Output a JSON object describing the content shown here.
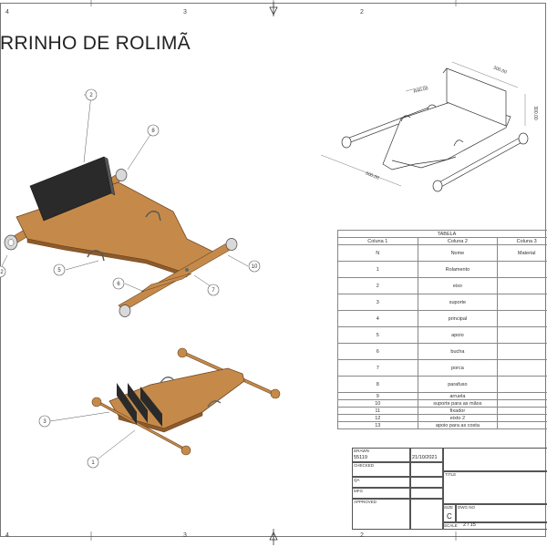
{
  "drawing": {
    "title": "RRINHO DE ROLIMÃ"
  },
  "border": {
    "zones_top": [
      "4",
      "3",
      "2"
    ],
    "zones_bottom": [
      "4",
      "3",
      "2"
    ]
  },
  "callouts_top_view": [
    "2",
    "8",
    "10",
    "7",
    "6",
    "5",
    "2"
  ],
  "callouts_bottom_view": [
    "3",
    "1"
  ],
  "dimensions": [
    "300.00",
    "R40.00",
    "300.00",
    "600.00"
  ],
  "parts_table": {
    "caption": "TABELA",
    "columns": [
      "Coluna 1",
      "Coluna 2",
      "Coluna 3"
    ],
    "header_row": [
      "N",
      "Nome",
      "Material"
    ],
    "rows": [
      {
        "n": "1",
        "nome": "Rolamento"
      },
      {
        "n": "2",
        "nome": "eixo"
      },
      {
        "n": "3",
        "nome": "suporte"
      },
      {
        "n": "4",
        "nome": "principal"
      },
      {
        "n": "5",
        "nome": "apoio"
      },
      {
        "n": "6",
        "nome": "bucha"
      },
      {
        "n": "7",
        "nome": "porca"
      },
      {
        "n": "8",
        "nome": "parafuso"
      },
      {
        "n": "9",
        "nome": "arruela"
      },
      {
        "n": "10",
        "nome": "suporte para as mãos"
      },
      {
        "n": "11",
        "nome": "fixador"
      },
      {
        "n": "12",
        "nome": "eixto 2"
      },
      {
        "n": "13",
        "nome": "apoio para as costa"
      }
    ]
  },
  "title_block": {
    "drawn_label": "DRAWN",
    "drawn_by": "55119",
    "drawn_date": "21/10/2021",
    "checked_label": "CHECKED",
    "title_label": "TITLE",
    "qa_label": "QA",
    "mfg_label": "MFG",
    "approved_label": "APPROVED",
    "size_label": "SIZE",
    "size_value": "C",
    "dwg_label": "DWG NO",
    "scale_label": "SCALE",
    "sheet_value": "2 / 15"
  },
  "colors": {
    "wood": "#c58a4a",
    "wood_dark": "#8d5a2b",
    "seat": "#2a2a2a",
    "metal": "#bdbdbd"
  }
}
